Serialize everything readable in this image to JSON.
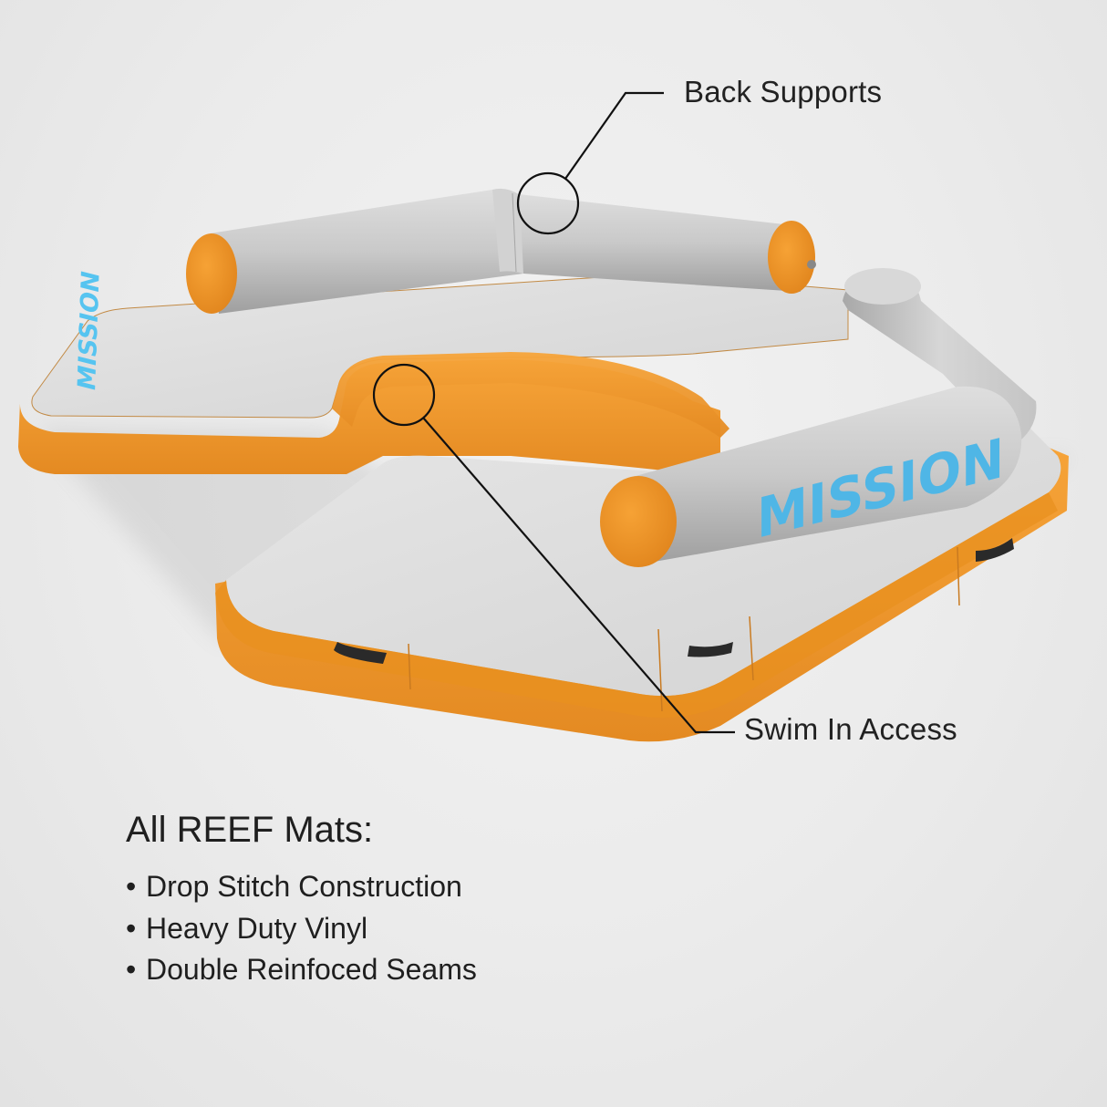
{
  "image": {
    "subject": "inflatable REEF floating mat with back supports",
    "brand_mark": "MISSION",
    "colors": {
      "background": "#ececec",
      "mat_surface": "#dcdcdc",
      "rail_orange": "#f29a2e",
      "rail_orange_shadow": "#d9821e",
      "bolster_gray": "#c9c9c9",
      "brand_blue": "#4fb6e6",
      "handle_black": "#2a2a2a",
      "callout_line": "#111111",
      "text": "#1f1f1f"
    }
  },
  "callouts": [
    {
      "label": "Back Supports",
      "target": "bolster seam"
    },
    {
      "label": "Swim In Access",
      "target": "open notch in mat"
    }
  ],
  "features": {
    "title": "All REEF Mats:",
    "bullet": "•",
    "items": [
      "Drop Stitch Construction",
      "Heavy Duty Vinyl",
      "Double Reinfoced Seams"
    ]
  }
}
